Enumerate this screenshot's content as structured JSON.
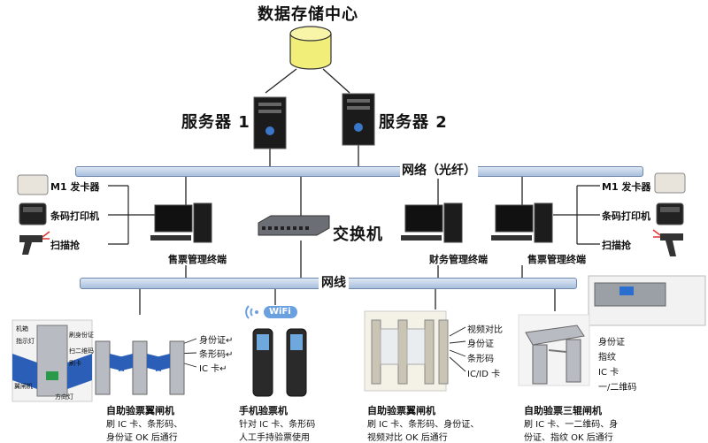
{
  "title": "数据存储中心",
  "servers": {
    "s1": "服务器 1",
    "s2": "服务器 2"
  },
  "network_fiber": "网络（光纤）",
  "switch_label": "交换机",
  "network_cable": "网线",
  "peripherals_left": {
    "card_issuer": "M1 发卡器",
    "printer": "条码打印机",
    "scanner": "扫描抢"
  },
  "peripherals_right": {
    "card_issuer": "M1 发卡器",
    "printer": "条码打印机",
    "scanner": "扫描抢"
  },
  "terminals": {
    "left": "售票管理终端",
    "finance": "财务管理终端",
    "right": "售票管理终端"
  },
  "gate1": {
    "parts": {
      "p1": "机箱",
      "p2": "指示灯",
      "p3": "刷身份证",
      "p4": "扫二维码",
      "p5": "刷卡",
      "p6": "翼闸机",
      "p7": "方向灯"
    },
    "callouts": [
      "身份证↵",
      "条形码↵",
      "IC 卡↵"
    ],
    "caption_title": "自助验票翼闸机",
    "caption_lines": [
      "刷 IC 卡、条形码、",
      "身份证 OK 后通行"
    ]
  },
  "gate2": {
    "wifi": "WiFi",
    "caption_title": "手机验票机",
    "caption_lines": [
      "针对 IC 卡、条形码",
      "人工手持验票使用"
    ]
  },
  "gate3": {
    "callouts": [
      "视频对比",
      "身份证",
      "条形码",
      "IC/ID 卡"
    ],
    "caption_title": "自助验票翼闸机",
    "caption_lines": [
      "刷 IC 卡、条形码、身份证、",
      "视频对比 OK 后通行"
    ]
  },
  "gate4": {
    "callouts": [
      "身份证",
      "指纹",
      "IC 卡",
      "一/二维码"
    ],
    "caption_title": "自助验票三辊闸机",
    "caption_lines": [
      "刷 IC 卡、一二维码、身",
      "份证、指纹 OK 后通行"
    ]
  },
  "colors": {
    "database": "#f2ee7a",
    "bus_fill": "#c3d3ea",
    "gate_wing": "#2b5fb7",
    "steel": "#b8bcc2"
  }
}
